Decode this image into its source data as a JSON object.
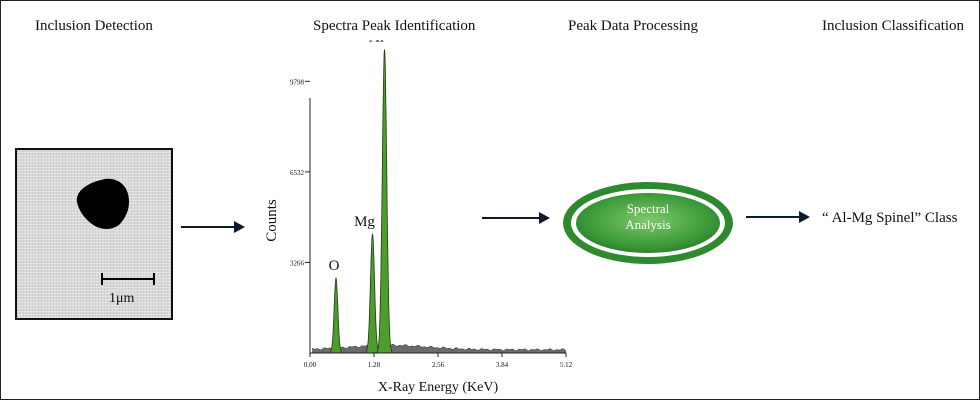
{
  "stages": {
    "detection": "Inclusion Detection",
    "spectra": "Spectra Peak Identification",
    "processing": "Peak Data Processing",
    "classification": "Inclusion Classification"
  },
  "micrograph": {
    "scale_label": "1μm"
  },
  "process": {
    "line1": "Spectral",
    "line2": "Analysis"
  },
  "result": {
    "class_label": "“ Al-Mg Spinel” Class"
  },
  "colors": {
    "peak_fill": "#4e9b2e",
    "ellipse": "#3d9b3a",
    "background_fill": "#6b6b6b"
  },
  "chart_data": {
    "type": "area",
    "xlabel": "X-Ray Energy (KeV)",
    "ylabel": "Counts",
    "xlim": [
      0,
      5.12
    ],
    "ylim": [
      0,
      11000
    ],
    "x_ticks": [
      "0.00",
      "1.28",
      "2.56",
      "3.84",
      "5.12"
    ],
    "y_ticks": [
      "3266",
      "6532",
      "9798"
    ],
    "peaks": [
      {
        "name": "O",
        "energy": 0.52,
        "counts": 2700,
        "width": 0.05
      },
      {
        "name": "Mg",
        "energy": 1.25,
        "counts": 4300,
        "width": 0.055
      },
      {
        "name": "Al",
        "energy": 1.49,
        "counts": 10950,
        "width": 0.06
      }
    ]
  }
}
